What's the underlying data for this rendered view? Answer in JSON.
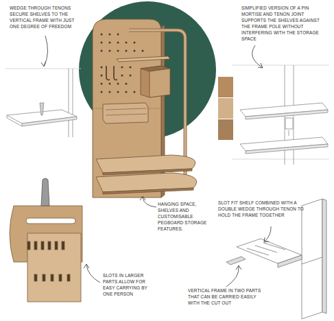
{
  "diagram": {
    "labels": [
      "WEDGE THROUGH TENONS SECURE SHELVES TO THE VERTICAL FRAME WITH JUST ONE DEGREE OF FREEDOM",
      "SIMPLIFIED VERSION OF A PIN MORTISE AND TENON JOINT SUPPORTS THE SHELVES AGAINST THE FRAME POLE WITHOUT INTERFERING WITH THE STORAGE SPACE",
      "HANGING SPACE, SHELVES AND CUSTOMISABLE PEGBOARD STORAGE FEATURES.",
      "SLOT FIT SHELF COMBINED WITH A DOUBLE WEDGE THROUGH TENON TO HOLD THE FRAME TOGETHER",
      "SLOTS IN LARGER PARTS ALLOW FOR EASY CARRYING BY ONE PERSON",
      "VERTICAL FRAME IN TWO PARTS THAT CAN BE CARRIED EASILY WITH THE CUT OUT"
    ]
  }
}
